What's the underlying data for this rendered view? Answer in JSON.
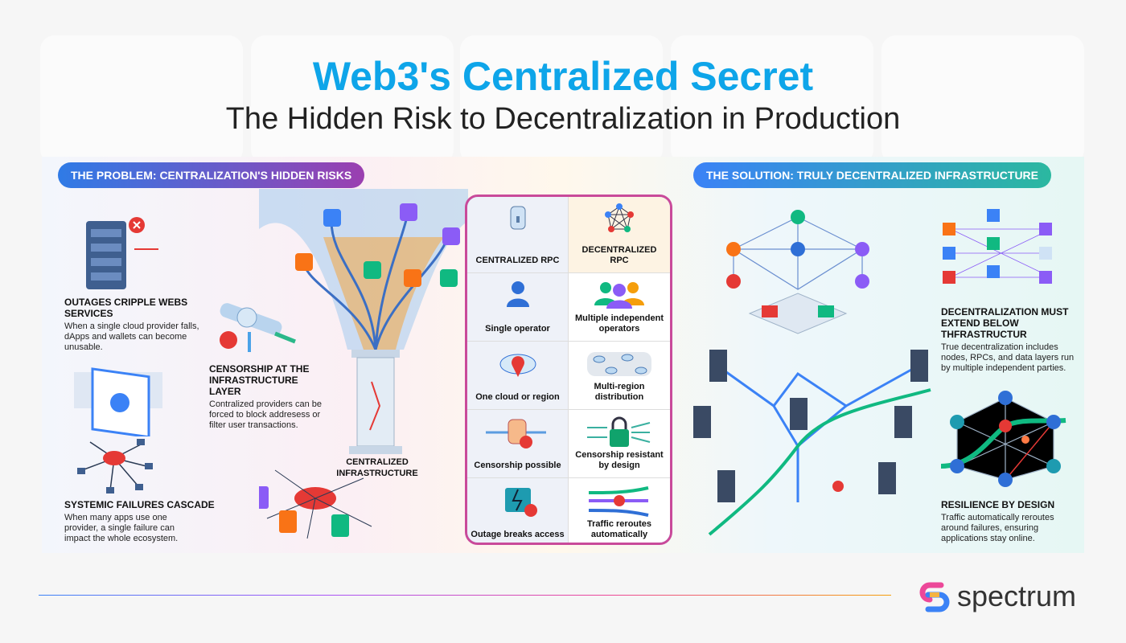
{
  "header": {
    "title": "Web3's Centralized Secret",
    "subtitle": "The Hidden Risk to Decentralization in Production"
  },
  "problem": {
    "banner": "THE PROBLEM: CENTRALIZATION'S HIDDEN RISKS",
    "items": [
      {
        "title": "OUTAGES CRIPPLE WEBS SERVICES",
        "text": "When a single cloud provider falls, dApps and wallets can become unusable."
      },
      {
        "title": "CENSORSHIP AT THE INFRASTRUCTURE LAYER",
        "text": "Contralized providers can be forced to block addresess or filter user transactions."
      },
      {
        "title": "SYSTEMIC FAILURES CASCADE",
        "text": "When many apps use one provider, a single failure can impact the whole ecosystem."
      }
    ],
    "pillar_label": "CENTRALIZED INFRASTRUCTURE"
  },
  "comparison": {
    "headers": [
      "CENTRALIZED RPC",
      "DECENTRALIZED RPC"
    ],
    "rows": [
      [
        "Single operator",
        "Multiple independent operators"
      ],
      [
        "One cloud or region",
        "Multi-region distribution"
      ],
      [
        "Censorship possible",
        "Censorship resistant by design"
      ],
      [
        "Outage breaks access",
        "Traffic reroutes automatically"
      ]
    ]
  },
  "solution": {
    "banner": "THE SOLUTION: TRULY DECENTRALIZED INFRASTRUCTURE",
    "items": [
      {
        "title": "DECENTRALIZATION MUST EXTEND BELOW THFRASTRUCTUR",
        "text": "True decentralization includes nodes, RPCs, and data layers run by multiple independent parties."
      },
      {
        "title": "RESILIENCE BY DESIGN",
        "text": "Traffic automatically reroutes around failures, ensuring applications stay online."
      }
    ]
  },
  "brand": {
    "name": "spectrum"
  },
  "colors": {
    "title": "#0ea5e9",
    "problem_start": "#2f7be6",
    "problem_end": "#9b3fb0",
    "solution_start": "#3b82f6",
    "solution_end": "#2bb8a0"
  }
}
